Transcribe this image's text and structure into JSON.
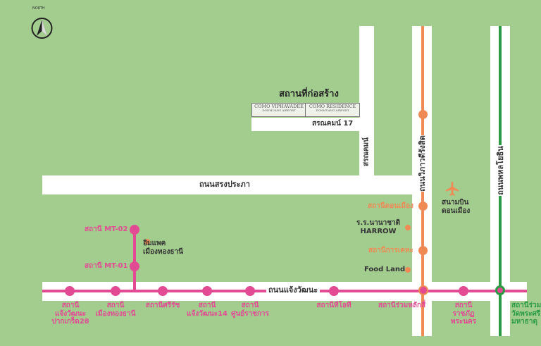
{
  "compass": {
    "north_label": "NORTH"
  },
  "construction": {
    "title": "สถานที่ก่อสร้าง",
    "projects": [
      {
        "name": "COMO VIPHAVADEE",
        "sub": "DONMUANG AIRPORT"
      },
      {
        "name": "COMO RESIDENCE",
        "sub": "DONMUANG AIRPORT"
      }
    ]
  },
  "roads": {
    "intersection": "สรณคมน์ 17",
    "soi": "สรณคมน์",
    "vibhavadi": "ถนนวิภาวดีรังสิต",
    "phahonyothin": "ถนนพหลโยธิน",
    "songprapa": "ถนนสรงประภา",
    "chaengwattana": "ถนนแจ้งวัฒนะ"
  },
  "airport": {
    "label": "สนามบิน\nดอนเมือง",
    "icon": "airplane-icon"
  },
  "red_line_stations": {
    "don_mueang": "สถานีดอนเมือง",
    "kan_kheha": "สถานีการเคหะ",
    "lak_si": "สถานีร่วมหลักสี่"
  },
  "green_line_station": "สถานีร่วม\nวัดพระศรี\nมหาธาตุ",
  "pink_line_stations": {
    "mt02": "สถานี MT-02",
    "mt01": "สถานี MT-01",
    "bottom": [
      "สถานี\nแจ้งวัฒนะ\nปากเกร็ด28",
      "สถานี\nเมืองทองธานี",
      "สถานีศรีรัช",
      "สถานี\nแจ้งวัฒนะ14",
      "สถานี\nศูนย์ราชการ",
      "สถานีทีโอที",
      "สถานี\nราชภัฏ\nพระนคร"
    ]
  },
  "pois": {
    "impact": "อิมแพค\nเมืองทองธานี",
    "harrow": "ร.ร.นานาชาติ\nHARROW",
    "foodland": "Food Land"
  },
  "colors": {
    "background": "#a3cd8f",
    "road": "#ffffff",
    "pink_line": "#e24a93",
    "red_line": "#f08a55",
    "green_line": "#2a9b43"
  }
}
